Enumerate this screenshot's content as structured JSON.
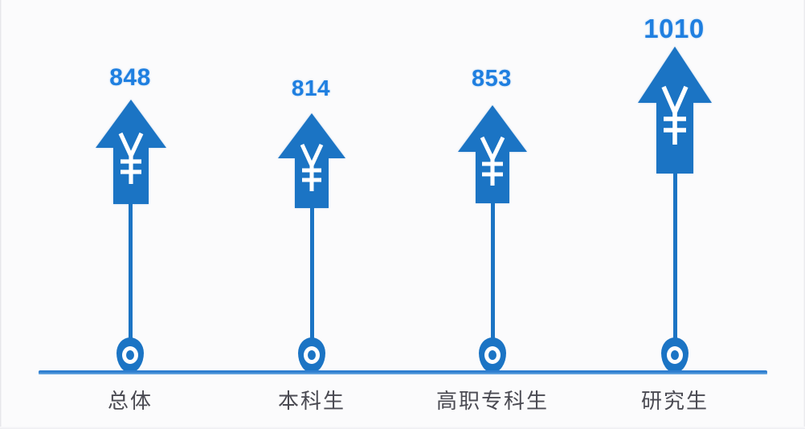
{
  "chart_data": {
    "type": "bar",
    "title": "",
    "subtitle": "",
    "xlabel": "",
    "ylabel": "",
    "categories": [
      "总体",
      "本科生",
      "高职专科生",
      "研究生"
    ],
    "values": [
      848,
      814,
      853,
      1010
    ],
    "value_labels": [
      "848",
      "814",
      "853",
      "1010"
    ],
    "series": [
      {
        "name": "",
        "values": [
          848,
          814,
          853,
          1010
        ]
      }
    ],
    "ylim": [
      0,
      1010
    ],
    "grid": false,
    "legend": null,
    "annotations": [],
    "marker_glyph": "¥",
    "marker_style": "upward-arrow-with-yen-symbol"
  },
  "style": {
    "arrow_color": "#1b74c4",
    "value_color": "#1f7fe0",
    "axis_color": "#2f7fd0",
    "label_color": "#4a4a52",
    "background": "#fbfbfc",
    "glyph_color": "#ffffff"
  },
  "icons": {
    "yen": "yen-symbol-icon",
    "arrow": "arrow-up-icon",
    "marker": "axis-point-marker-icon"
  }
}
